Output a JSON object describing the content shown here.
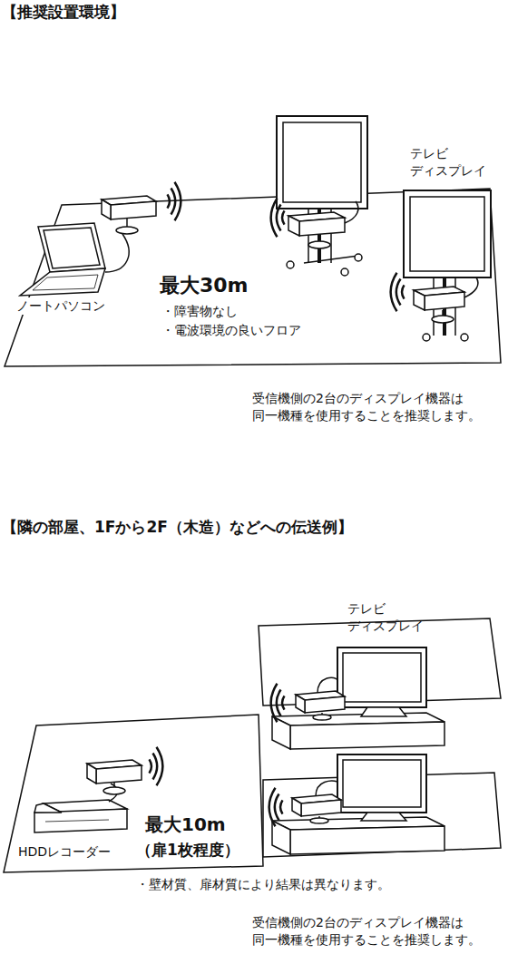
{
  "diagram": {
    "title": "【推奨設置環境】",
    "labels": [
      "テレビ ディスプレイ",
      "ノートパソコン",
      "最大30m",
      "・障害物なし",
      "・電波環境の良いフロア",
      "受信機側の2台のディスプレイ機器は 同一機種を使用することを推奨します。",
      "【隣の部屋、1Fから2F（木造）などへの伝送例】",
      "テレビ ディスプレイ",
      "HDDレコーダー",
      "最大10m",
      "（扉1枚程度）",
      "・壁材質、扉材質により結果は異なります。",
      "受信機側の2台のディスプレイ機器は 同一機種を使用することを推奨します。"
    ]
  }
}
